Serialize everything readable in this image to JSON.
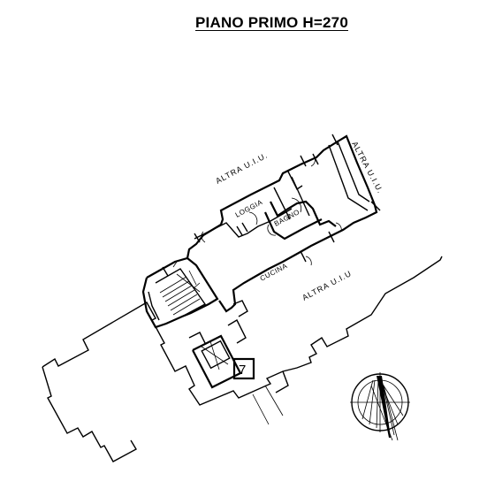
{
  "title": "PIANO PRIMO H=270",
  "labels": {
    "altra_uiu_top": "ALTRA U.I.U.",
    "altra_uiu_right": "ALTRA U.I.U.",
    "loggia": "LOGGIA",
    "bagno": "BAGNO",
    "cucina": "CUCINA",
    "altra_uiu_bottom": "ALTRA U.I.U"
  },
  "unit_number": "7",
  "icons": {
    "north_arrow": "compass-north-arrow-icon",
    "stair": "staircase-icon",
    "lift": "elevator-icon"
  }
}
